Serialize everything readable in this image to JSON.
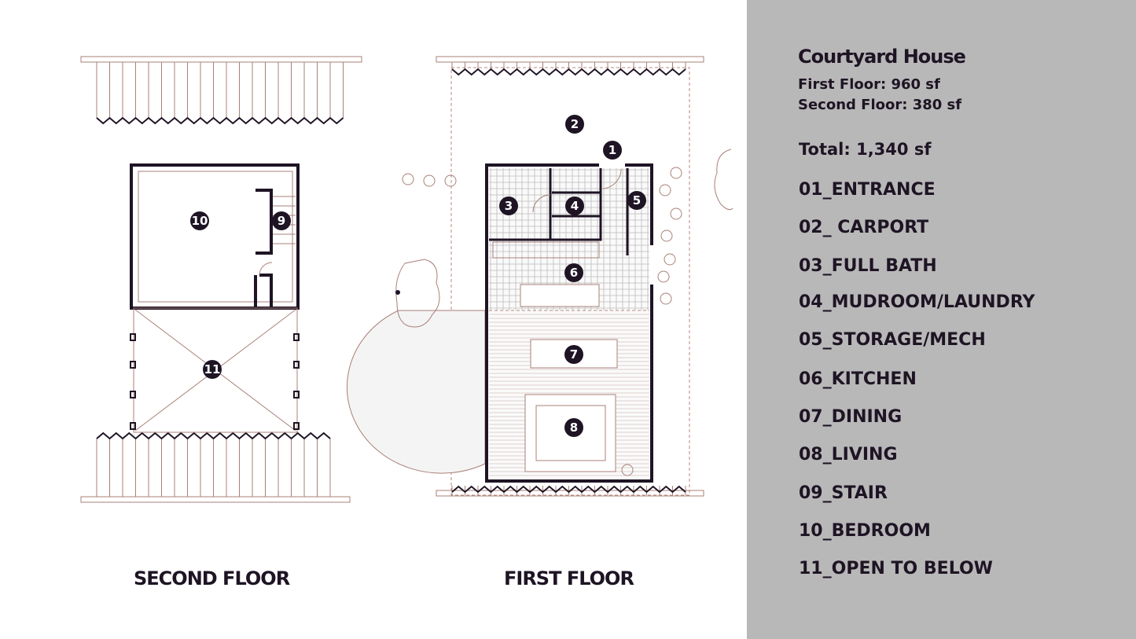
{
  "plans": {
    "second_floor_title": "SECOND FLOOR",
    "first_floor_title": "FIRST FLOOR",
    "second_floor_markers": [
      "10",
      "9",
      "11"
    ],
    "first_floor_markers": [
      "1",
      "2",
      "3",
      "4",
      "5",
      "6",
      "7",
      "8"
    ]
  },
  "panel": {
    "title": "Courtyard House",
    "first_floor_area": "First Floor: 960 sf",
    "second_floor_area": "Second Floor: 380 sf",
    "total": "Total: 1,340 sf",
    "legend": [
      "01_ENTRANCE",
      "02_ CARPORT",
      "03_FULL BATH",
      "04_MUDROOM/LAUNDRY",
      "05_STORAGE/MECH",
      "06_KITCHEN",
      "07_DINING",
      "08_LIVING",
      "09_STAIR",
      "10_BEDROOM",
      "11_OPEN TO BELOW"
    ]
  },
  "colors": {
    "panel_bg": "#b8b8b8",
    "text": "#1e1424",
    "linework": "#a98078"
  }
}
